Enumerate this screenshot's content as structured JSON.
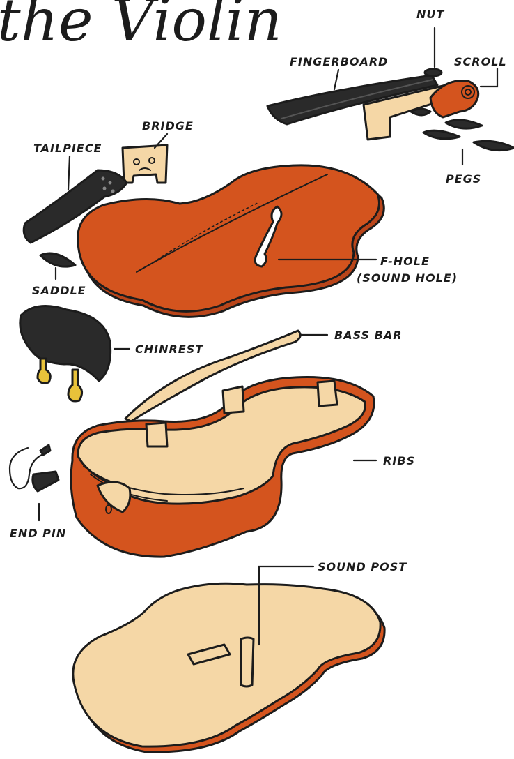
{
  "title_text": "the Violin",
  "labels": {
    "nut": "NUT",
    "fingerboard": "FINGERBOARD",
    "scroll": "SCROLL",
    "bridge": "BRIDGE",
    "tailpiece": "TAILPIECE",
    "pegs": "PEGS",
    "saddle": "SADDLE",
    "f_hole": "F-HOLE",
    "f_hole_sub": "(SOUND HOLE)",
    "chinrest": "CHINREST",
    "bass_bar": "BASS BAR",
    "ribs": "RIBS",
    "end_pin": "END PIN",
    "sound_post": "SOUND POST"
  },
  "colors": {
    "wood_orange": "#d4541e",
    "wood_orange_dark": "#b9451a",
    "wood_light": "#f5d7a6",
    "ebony": "#2a2a2a",
    "brass": "#e8c23a",
    "ink": "#1c1c1c",
    "background": "#ffffff"
  }
}
